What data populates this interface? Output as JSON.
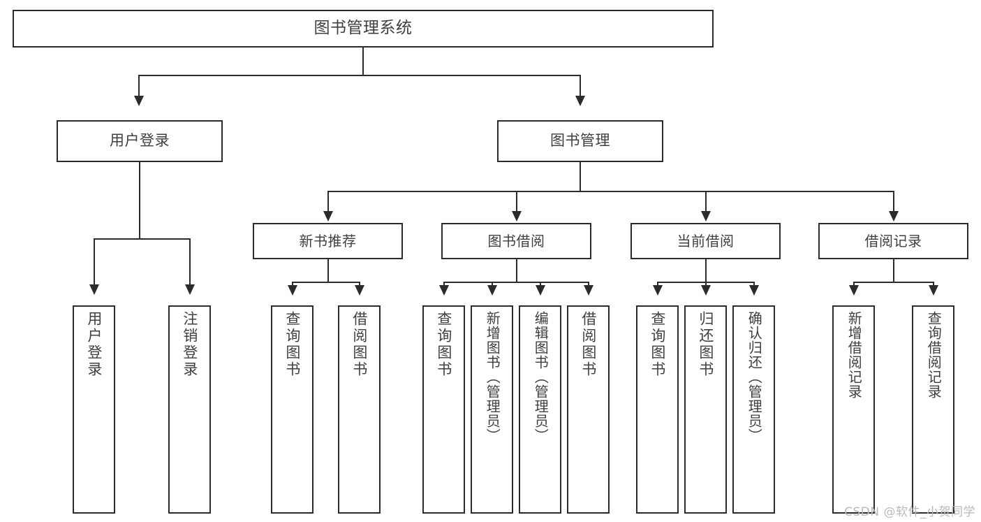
{
  "diagram": {
    "title": "图书管理系统",
    "type": "tree",
    "root": {
      "label": "图书管理系统"
    },
    "level2": [
      {
        "label": "用户登录"
      },
      {
        "label": "图书管理"
      }
    ],
    "level3": [
      {
        "label": "新书推荐"
      },
      {
        "label": "图书借阅"
      },
      {
        "label": "当前借阅"
      },
      {
        "label": "借阅记录"
      }
    ],
    "leaves": {
      "user_login": [
        {
          "label": "用户登录"
        },
        {
          "label": "注销登录"
        }
      ],
      "new_book_recommend": [
        {
          "label": "查询图书"
        },
        {
          "label": "借阅图书"
        }
      ],
      "book_borrow": [
        {
          "label": "查询图书"
        },
        {
          "label": "新增图书（管理员）"
        },
        {
          "label": "编辑图书（管理员）"
        },
        {
          "label": "借阅图书"
        }
      ],
      "current_borrow": [
        {
          "label": "查询图书"
        },
        {
          "label": "归还图书"
        },
        {
          "label": "确认归还（管理员）"
        }
      ],
      "borrow_record": [
        {
          "label": "新增借阅记录"
        },
        {
          "label": "查询借阅记录"
        }
      ]
    }
  },
  "watermark": {
    "text": "CSDN @软件_小贺同学"
  },
  "colors": {
    "border": "#2b2b2b",
    "text": "#3f3f3f",
    "background": "#ffffff",
    "watermark": "#b9b9b9"
  }
}
